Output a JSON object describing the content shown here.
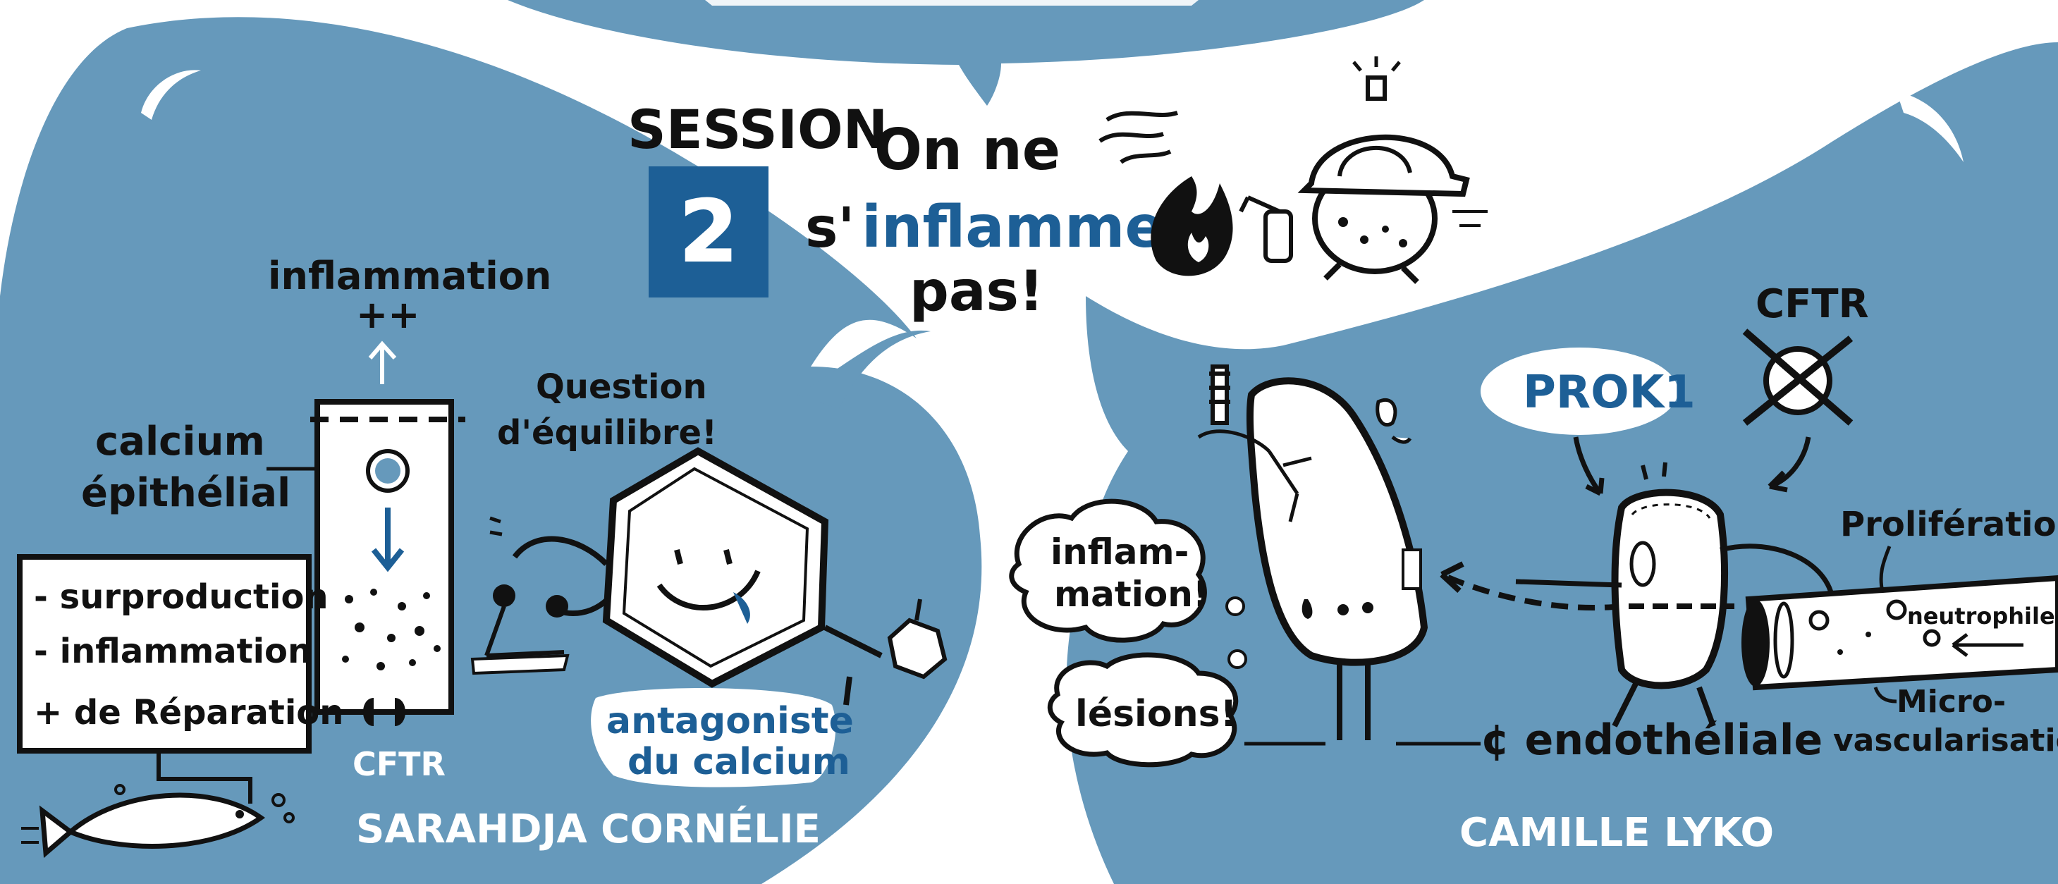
{
  "colors": {
    "background": "#ffffff",
    "bubble_blue": "#6699bb",
    "accent_blue": "#1d5f96",
    "ink": "#111111"
  },
  "session": {
    "label": "SESSION",
    "number": "2"
  },
  "title": {
    "line1": "On ne",
    "line2_prefix": "s'",
    "line2_highlight": "inflamme",
    "line3": "pas!"
  },
  "left_panel": {
    "inflammation_label": "inflammation",
    "inflammation_plus": "++",
    "calcium_label_line1": "calcium",
    "calcium_label_line2": "épithélial",
    "question_line1": "Question",
    "question_line2": "d'équilibre!",
    "box_lines": [
      "- surproduction",
      "- inflammation",
      "+ de Réparation"
    ],
    "cftr_label": "CFTR",
    "antagonist_line1": "antagoniste",
    "antagonist_line2": "du calcium",
    "author": "SARAHDJA CORNÉLIE"
  },
  "right_panel": {
    "cftr_label": "CFTR",
    "prok_label": "PROK1",
    "proliferation_label": "Prolifération",
    "neutrophile_label": "neutrophile",
    "micro_line1": "Micro-",
    "micro_line2": "vascularisation",
    "inflammation_cloud_line1": "inflam-",
    "inflammation_cloud_line2": "mation!",
    "lesions_cloud": "lésions!",
    "endothelial_label": "¢ endothéliale",
    "author": "CAMILLE LYKO"
  }
}
